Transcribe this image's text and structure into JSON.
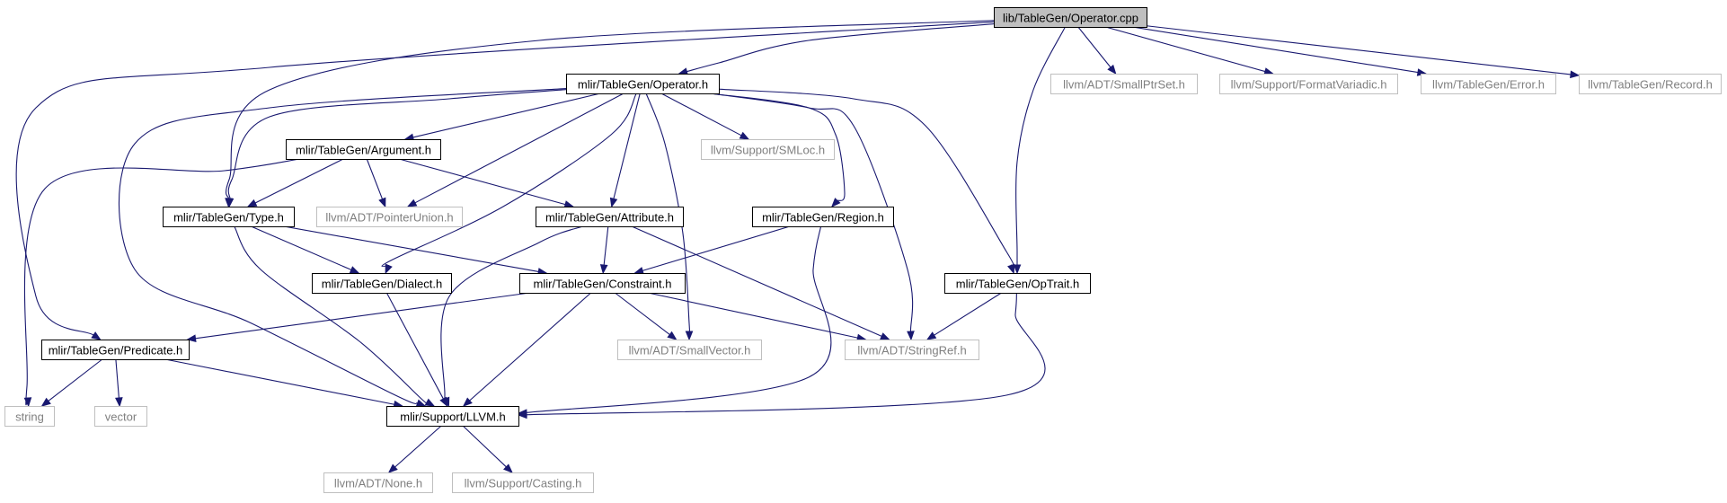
{
  "graph": {
    "colors": {
      "edge": "#191970",
      "root_fill": "#bfbfbf",
      "local_border": "#000000",
      "external_border": "#bfbfbf",
      "external_text": "#808080",
      "local_text": "#000000"
    },
    "nodes": [
      {
        "id": "operator_cpp",
        "label": "lib/TableGen/Operator.cpp",
        "kind": "root"
      },
      {
        "id": "operator_h",
        "label": "mlir/TableGen/Operator.h",
        "kind": "local"
      },
      {
        "id": "smallptrset",
        "label": "llvm/ADT/SmallPtrSet.h",
        "kind": "external"
      },
      {
        "id": "formatvariadic",
        "label": "llvm/Support/FormatVariadic.h",
        "kind": "external"
      },
      {
        "id": "error_h",
        "label": "llvm/TableGen/Error.h",
        "kind": "external"
      },
      {
        "id": "record_h",
        "label": "llvm/TableGen/Record.h",
        "kind": "external"
      },
      {
        "id": "argument_h",
        "label": "mlir/TableGen/Argument.h",
        "kind": "local"
      },
      {
        "id": "smloc",
        "label": "llvm/Support/SMLoc.h",
        "kind": "external"
      },
      {
        "id": "type_h",
        "label": "mlir/TableGen/Type.h",
        "kind": "local"
      },
      {
        "id": "pointerunion",
        "label": "llvm/ADT/PointerUnion.h",
        "kind": "external"
      },
      {
        "id": "attribute_h",
        "label": "mlir/TableGen/Attribute.h",
        "kind": "local"
      },
      {
        "id": "region_h",
        "label": "mlir/TableGen/Region.h",
        "kind": "local"
      },
      {
        "id": "dialect_h",
        "label": "mlir/TableGen/Dialect.h",
        "kind": "local"
      },
      {
        "id": "constraint_h",
        "label": "mlir/TableGen/Constraint.h",
        "kind": "local"
      },
      {
        "id": "optrait_h",
        "label": "mlir/TableGen/OpTrait.h",
        "kind": "local"
      },
      {
        "id": "predicate_h",
        "label": "mlir/TableGen/Predicate.h",
        "kind": "local"
      },
      {
        "id": "smallvector",
        "label": "llvm/ADT/SmallVector.h",
        "kind": "external"
      },
      {
        "id": "stringref",
        "label": "llvm/ADT/StringRef.h",
        "kind": "external"
      },
      {
        "id": "string",
        "label": "string",
        "kind": "external"
      },
      {
        "id": "vector",
        "label": "vector",
        "kind": "external"
      },
      {
        "id": "llvm_h",
        "label": "mlir/Support/LLVM.h",
        "kind": "local"
      },
      {
        "id": "none_h",
        "label": "llvm/ADT/None.h",
        "kind": "external"
      },
      {
        "id": "casting_h",
        "label": "llvm/Support/Casting.h",
        "kind": "external"
      }
    ],
    "edges": [
      {
        "from": "operator_cpp",
        "to": "operator_h"
      },
      {
        "from": "operator_cpp",
        "to": "smallptrset"
      },
      {
        "from": "operator_cpp",
        "to": "formatvariadic"
      },
      {
        "from": "operator_cpp",
        "to": "error_h"
      },
      {
        "from": "operator_cpp",
        "to": "record_h"
      },
      {
        "from": "operator_cpp",
        "to": "predicate_h"
      },
      {
        "from": "operator_cpp",
        "to": "type_h"
      },
      {
        "from": "operator_cpp",
        "to": "optrait_h"
      },
      {
        "from": "operator_h",
        "to": "argument_h"
      },
      {
        "from": "operator_h",
        "to": "smloc"
      },
      {
        "from": "operator_h",
        "to": "type_h"
      },
      {
        "from": "operator_h",
        "to": "pointerunion"
      },
      {
        "from": "operator_h",
        "to": "attribute_h"
      },
      {
        "from": "operator_h",
        "to": "region_h"
      },
      {
        "from": "operator_h",
        "to": "dialect_h"
      },
      {
        "from": "operator_h",
        "to": "optrait_h"
      },
      {
        "from": "operator_h",
        "to": "smallvector"
      },
      {
        "from": "operator_h",
        "to": "stringref"
      },
      {
        "from": "operator_h",
        "to": "llvm_h"
      },
      {
        "from": "argument_h",
        "to": "type_h"
      },
      {
        "from": "argument_h",
        "to": "pointerunion"
      },
      {
        "from": "argument_h",
        "to": "attribute_h"
      },
      {
        "from": "argument_h",
        "to": "string"
      },
      {
        "from": "type_h",
        "to": "dialect_h"
      },
      {
        "from": "type_h",
        "to": "constraint_h"
      },
      {
        "from": "type_h",
        "to": "llvm_h"
      },
      {
        "from": "attribute_h",
        "to": "constraint_h"
      },
      {
        "from": "attribute_h",
        "to": "stringref"
      },
      {
        "from": "attribute_h",
        "to": "llvm_h"
      },
      {
        "from": "region_h",
        "to": "constraint_h"
      },
      {
        "from": "region_h",
        "to": "llvm_h"
      },
      {
        "from": "dialect_h",
        "to": "llvm_h"
      },
      {
        "from": "constraint_h",
        "to": "predicate_h"
      },
      {
        "from": "constraint_h",
        "to": "smallvector"
      },
      {
        "from": "constraint_h",
        "to": "stringref"
      },
      {
        "from": "constraint_h",
        "to": "llvm_h"
      },
      {
        "from": "optrait_h",
        "to": "stringref"
      },
      {
        "from": "optrait_h",
        "to": "llvm_h"
      },
      {
        "from": "predicate_h",
        "to": "string"
      },
      {
        "from": "predicate_h",
        "to": "vector"
      },
      {
        "from": "predicate_h",
        "to": "llvm_h"
      },
      {
        "from": "llvm_h",
        "to": "none_h"
      },
      {
        "from": "llvm_h",
        "to": "casting_h"
      }
    ]
  }
}
